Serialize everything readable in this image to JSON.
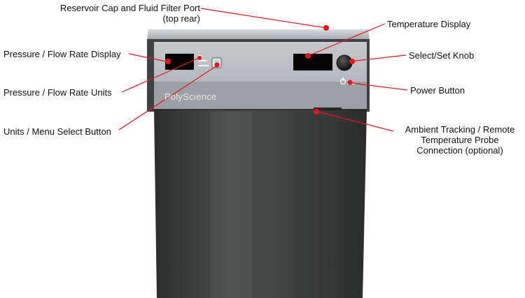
{
  "brand": "PolyScıence",
  "callouts": [
    {
      "id": "reservoir-cap",
      "text": "Reservoir Cap and Fluid Filter Port\n(top rear)"
    },
    {
      "id": "pressure-display",
      "text": "Pressure / Flow Rate Display"
    },
    {
      "id": "pressure-units",
      "text": "Pressure / Flow Rate Units"
    },
    {
      "id": "units-menu-button",
      "text": "Units / Menu Select Button"
    },
    {
      "id": "temperature-display",
      "text": "Temperature Display"
    },
    {
      "id": "select-knob",
      "text": "Select/Set Knob"
    },
    {
      "id": "power-button",
      "text": "Power Button"
    },
    {
      "id": "ambient-tracking",
      "text": "Ambient Tracking / Remote\nTemperature Probe\nConnection (optional)"
    }
  ],
  "colors": {
    "callout": "#e8141c",
    "body_dark": "#3a3c3b",
    "panel": "#b5babd",
    "display": "#050505"
  }
}
